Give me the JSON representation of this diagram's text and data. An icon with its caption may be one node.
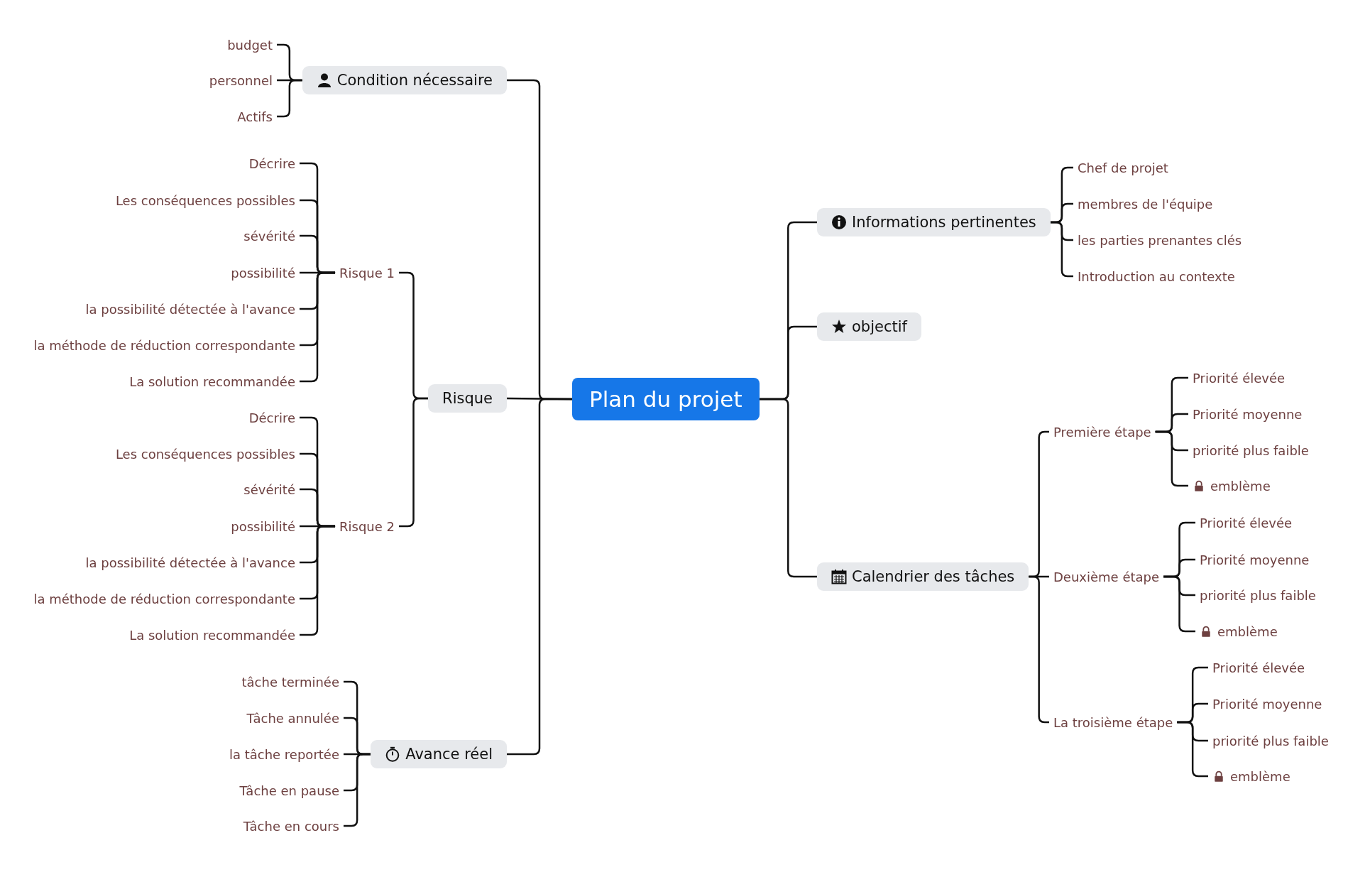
{
  "diagram": {
    "nodes": [
      {
        "text": [
          "Plan du projet"
        ]
      },
      {
        "text": [
          "Condition nécessaire"
        ]
      },
      {
        "text": [
          "budget"
        ]
      },
      {
        "text": [
          "personnel"
        ]
      },
      {
        "text": [
          "Actifs"
        ]
      },
      {
        "text": [
          "Risque"
        ]
      },
      {
        "text": [
          "Risque 1"
        ]
      },
      {
        "text": [
          "Décrire"
        ]
      },
      {
        "text": [
          "Les conséquences possibles"
        ]
      },
      {
        "text": [
          "sévérité"
        ]
      },
      {
        "text": [
          "possibilité"
        ]
      },
      {
        "text": [
          "la possibilité détectée à l'avance"
        ]
      },
      {
        "text": [
          "la méthode de réduction correspondante"
        ]
      },
      {
        "text": [
          "La solution recommandée"
        ]
      },
      {
        "text": [
          "Risque 2"
        ]
      },
      {
        "text": [
          "Décrire"
        ]
      },
      {
        "text": [
          "Les conséquences possibles"
        ]
      },
      {
        "text": [
          "sévérité"
        ]
      },
      {
        "text": [
          "possibilité"
        ]
      },
      {
        "text": [
          "la possibilité détectée à l'avance"
        ]
      },
      {
        "text": [
          "la méthode de réduction correspondante"
        ]
      },
      {
        "text": [
          "La solution recommandée"
        ]
      },
      {
        "text": [
          "Avance réel"
        ]
      },
      {
        "text": [
          "tâche terminée"
        ]
      },
      {
        "text": [
          "Tâche annulée"
        ]
      },
      {
        "text": [
          "la tâche reportée"
        ]
      },
      {
        "text": [
          "Tâche en pause"
        ]
      },
      {
        "text": [
          "Tâche en cours"
        ]
      },
      {
        "text": [
          "Informations pertinentes"
        ]
      },
      {
        "text": [
          "Chef de projet"
        ]
      },
      {
        "text": [
          "membres de l'équipe"
        ]
      },
      {
        "text": [
          "les parties prenantes clés"
        ]
      },
      {
        "text": [
          "Introduction au contexte"
        ]
      },
      {
        "text": [
          "objectif"
        ]
      },
      {
        "text": [
          "Calendrier des tâches"
        ]
      },
      {
        "text": [
          "Première étape"
        ]
      },
      {
        "text": [
          "Priorité élevée"
        ]
      },
      {
        "text": [
          "Priorité moyenne"
        ]
      },
      {
        "text": [
          "priorité plus faible"
        ]
      },
      {
        "text": [
          "emblème"
        ]
      },
      {
        "text": [
          "Deuxième étape"
        ]
      },
      {
        "text": [
          "Priorité élevée"
        ]
      },
      {
        "text": [
          "Priorité moyenne"
        ]
      },
      {
        "text": [
          "priorité plus faible"
        ]
      },
      {
        "text": [
          "emblème"
        ]
      },
      {
        "text": [
          "La troisième étape"
        ]
      },
      {
        "text": [
          "Priorité élevée"
        ]
      },
      {
        "text": [
          "Priorité moyenne"
        ]
      },
      {
        "text": [
          "priorité plus faible"
        ]
      },
      {
        "text": [
          "emblème"
        ]
      }
    ],
    "edges": [
      {
        "from": 0,
        "to": 1,
        "arrow": "none"
      },
      {
        "from": 1,
        "to": 2,
        "arrow": "none"
      },
      {
        "from": 1,
        "to": 3,
        "arrow": "none"
      },
      {
        "from": 1,
        "to": 4,
        "arrow": "none"
      },
      {
        "from": 0,
        "to": 5,
        "arrow": "none"
      },
      {
        "from": 5,
        "to": 6,
        "arrow": "none"
      },
      {
        "from": 6,
        "to": 7,
        "arrow": "none"
      },
      {
        "from": 6,
        "to": 8,
        "arrow": "none"
      },
      {
        "from": 6,
        "to": 9,
        "arrow": "none"
      },
      {
        "from": 6,
        "to": 10,
        "arrow": "none"
      },
      {
        "from": 6,
        "to": 11,
        "arrow": "none"
      },
      {
        "from": 6,
        "to": 12,
        "arrow": "none"
      },
      {
        "from": 6,
        "to": 13,
        "arrow": "none"
      },
      {
        "from": 5,
        "to": 14,
        "arrow": "none"
      },
      {
        "from": 14,
        "to": 15,
        "arrow": "none"
      },
      {
        "from": 14,
        "to": 16,
        "arrow": "none"
      },
      {
        "from": 14,
        "to": 17,
        "arrow": "none"
      },
      {
        "from": 14,
        "to": 18,
        "arrow": "none"
      },
      {
        "from": 14,
        "to": 19,
        "arrow": "none"
      },
      {
        "from": 14,
        "to": 20,
        "arrow": "none"
      },
      {
        "from": 14,
        "to": 21,
        "arrow": "none"
      },
      {
        "from": 0,
        "to": 22,
        "arrow": "none"
      },
      {
        "from": 22,
        "to": 23,
        "arrow": "none"
      },
      {
        "from": 22,
        "to": 24,
        "arrow": "none"
      },
      {
        "from": 22,
        "to": 25,
        "arrow": "none"
      },
      {
        "from": 22,
        "to": 26,
        "arrow": "none"
      },
      {
        "from": 22,
        "to": 27,
        "arrow": "none"
      },
      {
        "from": 0,
        "to": 28,
        "arrow": "none"
      },
      {
        "from": 28,
        "to": 29,
        "arrow": "none"
      },
      {
        "from": 28,
        "to": 30,
        "arrow": "none"
      },
      {
        "from": 28,
        "to": 31,
        "arrow": "none"
      },
      {
        "from": 28,
        "to": 32,
        "arrow": "none"
      },
      {
        "from": 0,
        "to": 33,
        "arrow": "none"
      },
      {
        "from": 0,
        "to": 34,
        "arrow": "none"
      },
      {
        "from": 34,
        "to": 35,
        "arrow": "none"
      },
      {
        "from": 35,
        "to": 36,
        "arrow": "none"
      },
      {
        "from": 35,
        "to": 37,
        "arrow": "none"
      },
      {
        "from": 35,
        "to": 38,
        "arrow": "none"
      },
      {
        "from": 35,
        "to": 39,
        "arrow": "none"
      },
      {
        "from": 34,
        "to": 40,
        "arrow": "none"
      },
      {
        "from": 40,
        "to": 41,
        "arrow": "none"
      },
      {
        "from": 40,
        "to": 42,
        "arrow": "none"
      },
      {
        "from": 40,
        "to": 43,
        "arrow": "none"
      },
      {
        "from": 40,
        "to": 44,
        "arrow": "none"
      },
      {
        "from": 34,
        "to": 45,
        "arrow": "none"
      },
      {
        "from": 45,
        "to": 46,
        "arrow": "none"
      },
      {
        "from": 45,
        "to": 47,
        "arrow": "none"
      },
      {
        "from": 45,
        "to": 48,
        "arrow": "none"
      },
      {
        "from": 45,
        "to": 49,
        "arrow": "none"
      }
    ]
  }
}
